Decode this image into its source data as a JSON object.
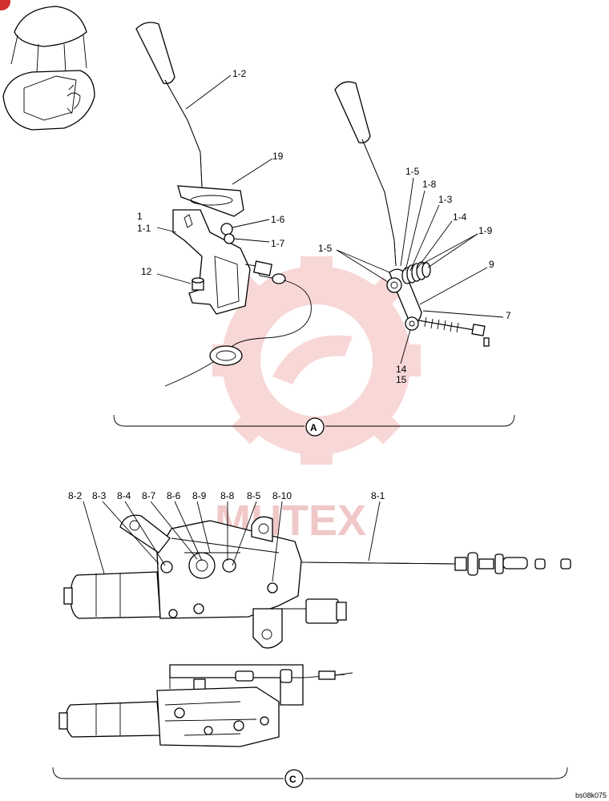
{
  "watermark": "MHTEX",
  "image_code": "bs08k075",
  "view_a": {
    "ref": "A",
    "labels": {
      "l_1_2": "1-2",
      "l_19": "19",
      "l_1": "1",
      "l_1_1": "1-1",
      "l_1_6": "1-6",
      "l_1_7": "1-7",
      "l_12": "12",
      "l_1_5_top": "1-5",
      "l_1_8": "1-8",
      "l_1_3": "1-3",
      "l_1_4": "1-4",
      "l_1_9": "1-9",
      "l_1_5_left": "1-5",
      "l_9": "9",
      "l_7": "7",
      "l_14": "14",
      "l_15": "15"
    }
  },
  "view_c": {
    "ref": "C",
    "labels": {
      "l_8_2": "8-2",
      "l_8_3": "8-3",
      "l_8_4": "8-4",
      "l_8_7": "8-7",
      "l_8_6": "8-6",
      "l_8_9": "8-9",
      "l_8_8": "8-8",
      "l_8_5": "8-5",
      "l_8_10": "8-10",
      "l_8_1": "8-1"
    }
  }
}
